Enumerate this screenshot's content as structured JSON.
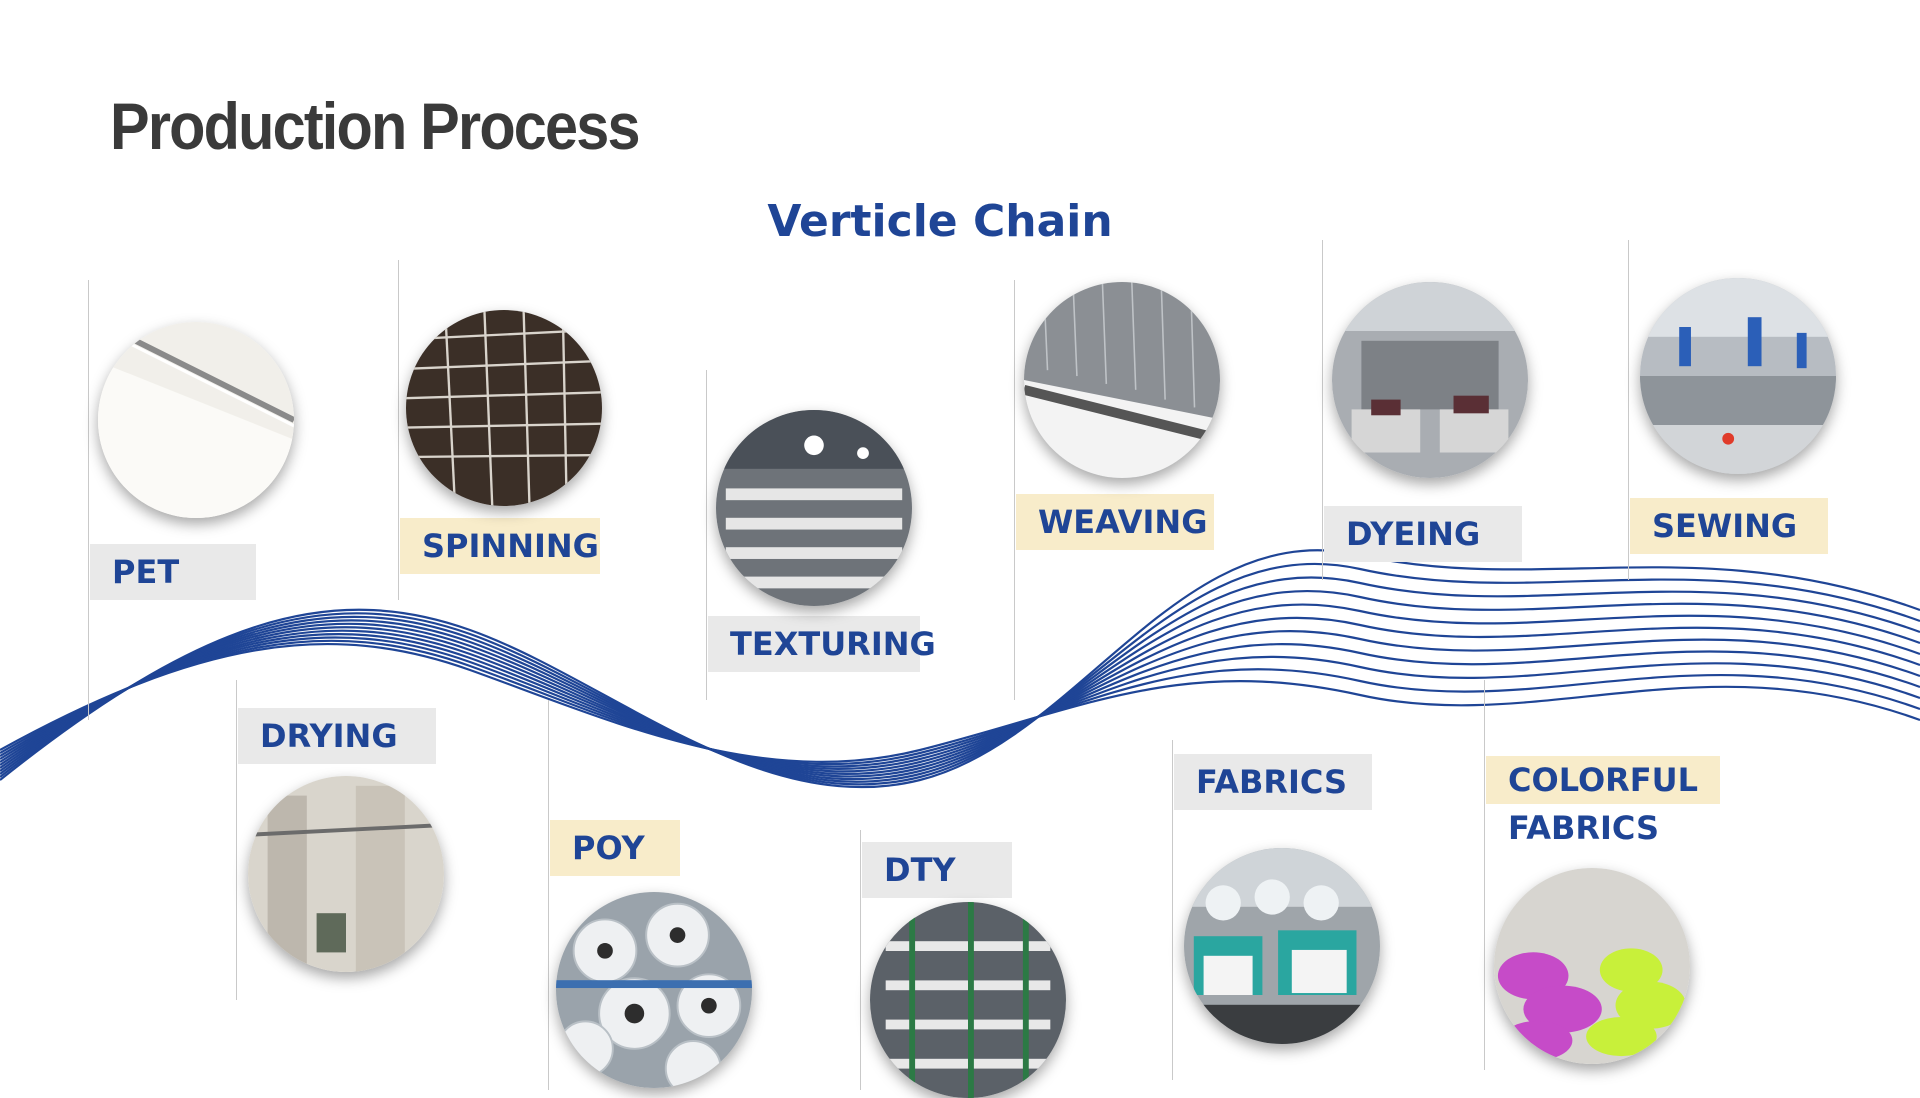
{
  "header": {
    "title": "Production Process",
    "subtitle": "Verticle Chain"
  },
  "steps": {
    "pet": "PET",
    "drying": "DRYING",
    "spinning": "SPINNING",
    "poy": "POY",
    "texturing": "TEXTURING",
    "dty": "DTY",
    "weaving": "WEAVING",
    "fabrics": "FABRICS",
    "dyeing": "DYEING",
    "colorful_line1": "COLORFUL",
    "colorful_line2": "FABRICS",
    "sewing": "SEWING"
  },
  "colors": {
    "accent": "#1f4596",
    "title": "#3a3a3a",
    "label_gray": "#e9e9e9",
    "label_tan": "#f8ecca"
  }
}
